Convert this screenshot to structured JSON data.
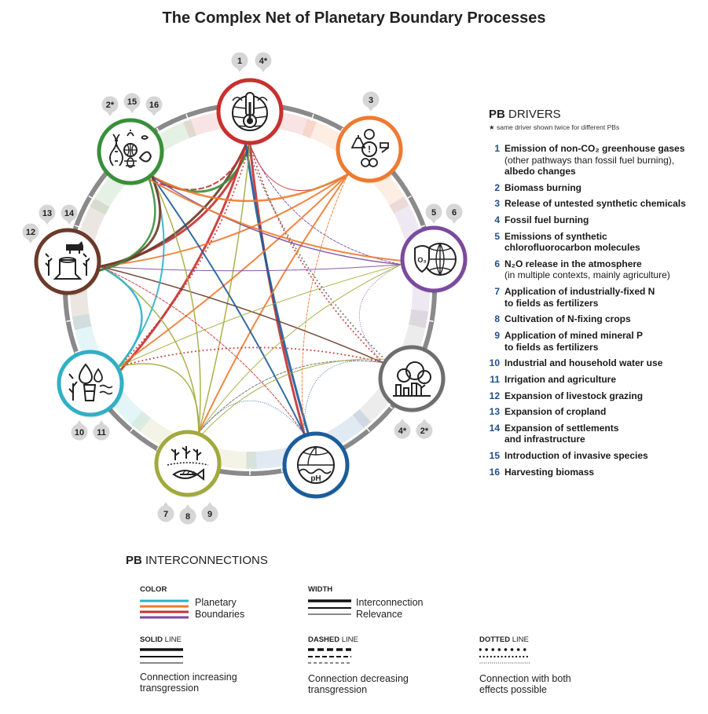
{
  "title": "The Complex Net of Planetary Boundary Processes",
  "boundaries": [
    {
      "id": "climate-change",
      "color": "#c8302d",
      "icon": "thermometer-earth-icon",
      "drivers": [
        "1",
        "4*"
      ]
    },
    {
      "id": "novel-entities",
      "color": "#ee7a2f",
      "icon": "chemicals-radiation-icon",
      "drivers": [
        "3"
      ]
    },
    {
      "id": "ozone-depletion",
      "color": "#7b4a9d",
      "icon": "ozone-shield-globe-icon",
      "drivers": [
        "5",
        "6"
      ]
    },
    {
      "id": "aerosol-loading",
      "color": "#6e6e6e",
      "icon": "smoke-factory-icon",
      "drivers": [
        "4*",
        "2*"
      ]
    },
    {
      "id": "ocean-acidification",
      "color": "#1b5c9a",
      "icon": "ocean-ph-globe-icon",
      "drivers": []
    },
    {
      "id": "biogeochemical-flows",
      "color": "#a1aa3a",
      "icon": "crops-fish-icon",
      "drivers": [
        "7",
        "8",
        "9"
      ]
    },
    {
      "id": "freshwater-change",
      "color": "#2fb0c6",
      "icon": "water-drops-plant-icon",
      "drivers": [
        "10",
        "11"
      ]
    },
    {
      "id": "land-system-change",
      "color": "#6b3a2a",
      "icon": "stump-cow-icon",
      "drivers": [
        "12",
        "13",
        "14"
      ]
    },
    {
      "id": "biosphere-integrity",
      "color": "#3a8f3a",
      "icon": "biodiversity-dna-icon",
      "drivers": [
        "2*",
        "15",
        "16"
      ]
    }
  ],
  "drivers_panel": {
    "heading_bold": "PB",
    "heading_rest": " DRIVERS",
    "note": "★ same driver shown twice for different PBs",
    "items": [
      {
        "num": "1",
        "text": "Emission of non-CO₂ greenhouse gases",
        "sub": "(other pathways than fossil fuel burning),",
        "text2": "albedo changes"
      },
      {
        "num": "2",
        "text": "Biomass burning"
      },
      {
        "num": "3",
        "text": "Release of untested synthetic chemicals"
      },
      {
        "num": "4",
        "text": "Fossil fuel burning"
      },
      {
        "num": "5",
        "text": "Emissions of synthetic",
        "text2": "chlorofluorocarbon molecules"
      },
      {
        "num": "6",
        "text": "N₂O release in the atmosphere",
        "sub": "(in multiple contexts, mainly agriculture)"
      },
      {
        "num": "7",
        "text": "Application of industrially-fixed N",
        "text2": "to fields as fertilizers"
      },
      {
        "num": "8",
        "text": "Cultivation of N-fixing crops"
      },
      {
        "num": "9",
        "text": "Application of mined mineral P",
        "text2": "to fields as fertilizers"
      },
      {
        "num": "10",
        "text": "Industrial and household water use"
      },
      {
        "num": "11",
        "text": "Irrigation and agriculture"
      },
      {
        "num": "12",
        "text": "Expansion of livestock grazing"
      },
      {
        "num": "13",
        "text": "Expansion of cropland"
      },
      {
        "num": "14",
        "text": "Expansion of settlements",
        "text2": "and infrastructure"
      },
      {
        "num": "15",
        "text": "Introduction of invasive species"
      },
      {
        "num": "16",
        "text": "Harvesting biomass"
      }
    ]
  },
  "legend": {
    "heading_bold": "PB",
    "heading_rest": " INTERCONNECTIONS",
    "color_label": "COLOR",
    "color_text_1": "Planetary",
    "color_text_2": "Boundaries",
    "width_label": "WIDTH",
    "width_text_1": "Interconnection",
    "width_text_2": "Relevance",
    "solid_label_bold": "SOLID",
    "solid_label_rest": " LINE",
    "solid_text_1": "Connection increasing",
    "solid_text_2": "transgression",
    "dashed_label_bold": "DASHED",
    "dashed_label_rest": " LINE",
    "dashed_text_1": "Connection decreasing",
    "dashed_text_2": "transgression",
    "dotted_label_bold": "DOTTED",
    "dotted_label_rest": " LINE",
    "dotted_text_1": "Connection with both",
    "dotted_text_2": "effects possible"
  },
  "connections": [
    {
      "from": "climate-change",
      "to": "land-system-change",
      "color": "#c8302d",
      "style": "solid",
      "width": 3
    },
    {
      "from": "climate-change",
      "to": "land-system-change",
      "color": "#6b3a2a",
      "style": "solid",
      "width": 3
    },
    {
      "from": "climate-change",
      "to": "biosphere-integrity",
      "color": "#3a8f3a",
      "style": "solid",
      "width": 3
    },
    {
      "from": "climate-change",
      "to": "biosphere-integrity",
      "color": "#c8302d",
      "style": "dashed",
      "width": 2
    },
    {
      "from": "climate-change",
      "to": "freshwater-change",
      "color": "#c8302d",
      "style": "dotted",
      "width": 2
    },
    {
      "from": "climate-change",
      "to": "freshwater-change",
      "color": "#c8302d",
      "style": "solid",
      "width": 3
    },
    {
      "from": "climate-change",
      "to": "ocean-acidification",
      "color": "#c8302d",
      "style": "solid",
      "width": 3
    },
    {
      "from": "climate-change",
      "to": "ocean-acidification",
      "color": "#1b5c9a",
      "style": "solid",
      "width": 3
    },
    {
      "from": "climate-change",
      "to": "aerosol-loading",
      "color": "#c8302d",
      "style": "dotted",
      "width": 2
    },
    {
      "from": "climate-change",
      "to": "aerosol-loading",
      "color": "#6e6e6e",
      "style": "dotted",
      "width": 2
    },
    {
      "from": "climate-change",
      "to": "ozone-depletion",
      "color": "#7b4a9d",
      "style": "dashed",
      "width": 1
    },
    {
      "from": "climate-change",
      "to": "novel-entities",
      "color": "#c8302d",
      "style": "solid",
      "width": 1
    },
    {
      "from": "climate-change",
      "to": "biogeochemical-flows",
      "color": "#a1aa3a",
      "style": "solid",
      "width": 1.5
    },
    {
      "from": "novel-entities",
      "to": "biosphere-integrity",
      "color": "#ee7a2f",
      "style": "solid",
      "width": 2.5
    },
    {
      "from": "novel-entities",
      "to": "land-system-change",
      "color": "#ee7a2f",
      "style": "solid",
      "width": 2
    },
    {
      "from": "novel-entities",
      "to": "freshwater-change",
      "color": "#ee7a2f",
      "style": "solid",
      "width": 2
    },
    {
      "from": "novel-entities",
      "to": "biogeochemical-flows",
      "color": "#ee7a2f",
      "style": "solid",
      "width": 2
    },
    {
      "from": "novel-entities",
      "to": "ocean-acidification",
      "color": "#ee7a2f",
      "style": "dashed",
      "width": 1
    },
    {
      "from": "ozone-depletion",
      "to": "biosphere-integrity",
      "color": "#7b4a9d",
      "style": "solid",
      "width": 1.5
    },
    {
      "from": "ozone-depletion",
      "to": "land-system-change",
      "color": "#7b4a9d",
      "style": "solid",
      "width": 1
    },
    {
      "from": "ozone-depletion",
      "to": "aerosol-loading",
      "color": "#7b4a9d",
      "style": "dotted",
      "width": 1
    },
    {
      "from": "aerosol-loading",
      "to": "land-system-change",
      "color": "#6b3a2a",
      "style": "solid",
      "width": 1.5
    },
    {
      "from": "aerosol-loading",
      "to": "freshwater-change",
      "color": "#c8302d",
      "style": "dotted",
      "width": 2
    },
    {
      "from": "aerosol-loading",
      "to": "ocean-acidification",
      "color": "#1b5c9a",
      "style": "dotted",
      "width": 1
    },
    {
      "from": "aerosol-loading",
      "to": "biogeochemical-flows",
      "color": "#6e6e6e",
      "style": "dashed",
      "width": 1
    },
    {
      "from": "ocean-acidification",
      "to": "biosphere-integrity",
      "color": "#1b5c9a",
      "style": "solid",
      "width": 2
    },
    {
      "from": "ocean-acidification",
      "to": "biogeochemical-flows",
      "color": "#1b5c9a",
      "style": "dotted",
      "width": 1
    },
    {
      "from": "biogeochemical-flows",
      "to": "biosphere-integrity",
      "color": "#a1aa3a",
      "style": "solid",
      "width": 1.5
    },
    {
      "from": "biogeochemical-flows",
      "to": "land-system-change",
      "color": "#a1aa3a",
      "style": "solid",
      "width": 1.5
    },
    {
      "from": "biogeochemical-flows",
      "to": "freshwater-change",
      "color": "#a1aa3a",
      "style": "solid",
      "width": 1.5
    },
    {
      "from": "biogeochemical-flows",
      "to": "aerosol-loading",
      "color": "#a1aa3a",
      "style": "solid",
      "width": 1
    },
    {
      "from": "biogeochemical-flows",
      "to": "ozone-depletion",
      "color": "#a1aa3a",
      "style": "solid",
      "width": 1
    },
    {
      "from": "freshwater-change",
      "to": "land-system-change",
      "color": "#2fb0c6",
      "style": "solid",
      "width": 2.5
    },
    {
      "from": "freshwater-change",
      "to": "biosphere-integrity",
      "color": "#2fb0c6",
      "style": "solid",
      "width": 2
    },
    {
      "from": "freshwater-change",
      "to": "ozone-depletion",
      "color": "#a1aa3a",
      "style": "solid",
      "width": 1
    },
    {
      "from": "land-system-change",
      "to": "biosphere-integrity",
      "color": "#6b3a2a",
      "style": "solid",
      "width": 3
    },
    {
      "from": "land-system-change",
      "to": "biosphere-integrity",
      "color": "#3a8f3a",
      "style": "solid",
      "width": 2.5
    },
    {
      "from": "land-system-change",
      "to": "ocean-acidification",
      "color": "#c8302d",
      "style": "dashed",
      "width": 1
    },
    {
      "from": "biosphere-integrity",
      "to": "ozone-depletion",
      "color": "#ee7a2f",
      "style": "solid",
      "width": 2
    }
  ]
}
